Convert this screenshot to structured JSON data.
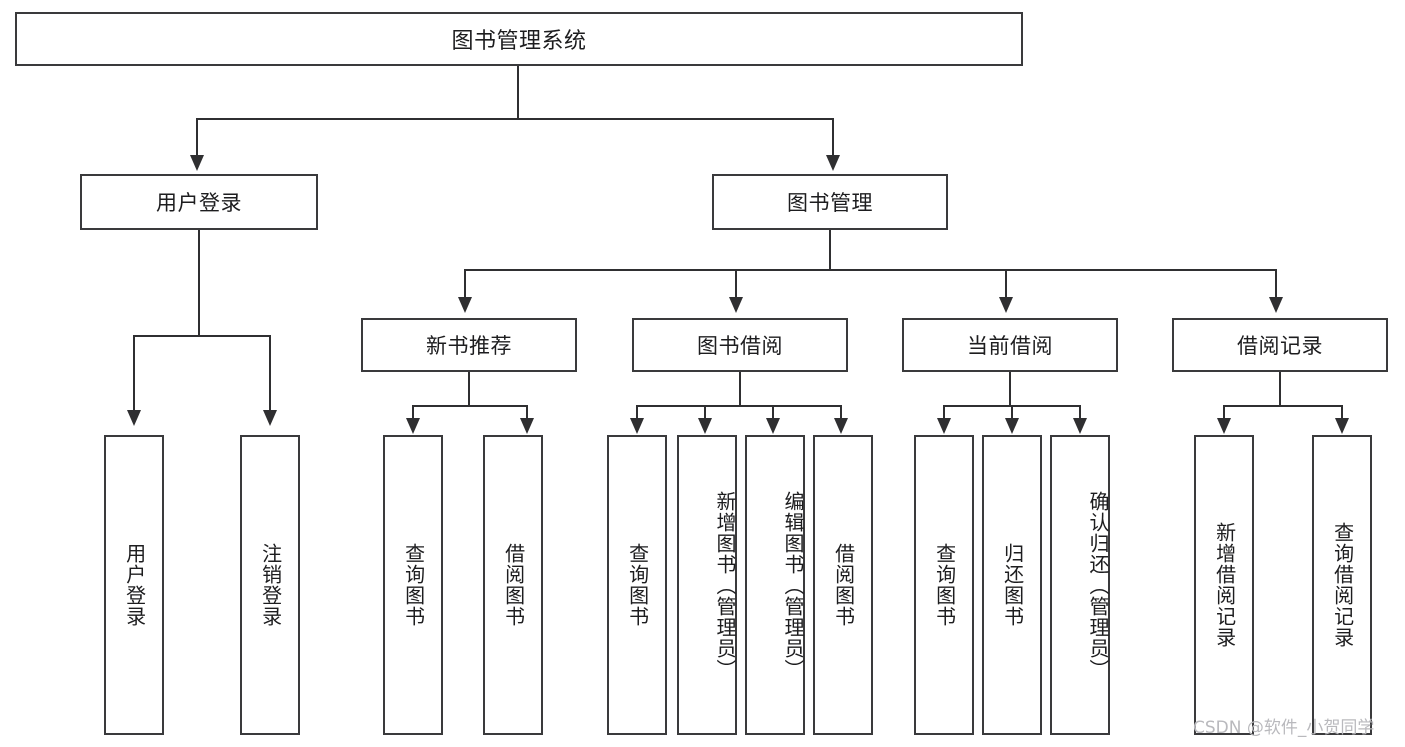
{
  "diagram": {
    "type": "tree",
    "title": "图书管理系统",
    "watermark": "CSDN @软件_小贺同学",
    "colors": {
      "background": "#ffffff",
      "border": "#3a3a3c",
      "line": "#2f2f31",
      "text": "#1d1d1f",
      "watermark": "#b9b9bd"
    },
    "levels": {
      "root": {
        "label": "图书管理系统"
      },
      "level2": [
        {
          "label": "用户登录"
        },
        {
          "label": "图书管理"
        }
      ],
      "level3": [
        {
          "label": "新书推荐"
        },
        {
          "label": "图书借阅"
        },
        {
          "label": "当前借阅"
        },
        {
          "label": "借阅记录"
        }
      ],
      "leaves": {
        "user_login": [
          {
            "label": "用户登录"
          },
          {
            "label": "注销登录"
          }
        ],
        "new_book": [
          {
            "label": "查询图书"
          },
          {
            "label": "借阅图书"
          }
        ],
        "book_borrow": [
          {
            "label": "查询图书"
          },
          {
            "label": "新增图书（管理员）"
          },
          {
            "label": "编辑图书（管理员）"
          },
          {
            "label": "借阅图书"
          }
        ],
        "current_borrow": [
          {
            "label": "查询图书"
          },
          {
            "label": "归还图书"
          },
          {
            "label": "确认归还（管理员）"
          }
        ],
        "borrow_record": [
          {
            "label": "新增借阅记录"
          },
          {
            "label": "查询借阅记录"
          }
        ]
      }
    }
  }
}
